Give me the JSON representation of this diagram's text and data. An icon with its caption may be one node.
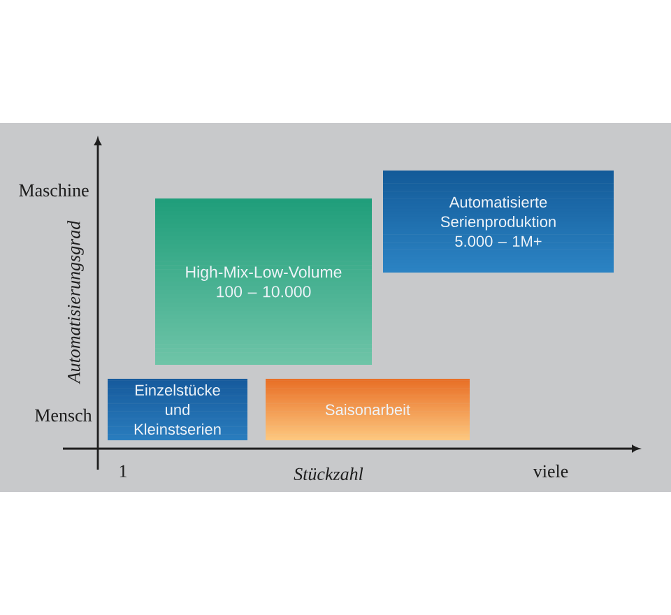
{
  "diagram": {
    "nodes": [
      {
        "text": [
          "High-Mix-Low-Volume",
          "100 – 10.000"
        ]
      },
      {
        "text": [
          "Automatisierte Serienproduktion",
          "5.000 – 1M+"
        ]
      },
      {
        "text": [
          "Einzelstücke und Kleinstserien"
        ]
      },
      {
        "text": [
          "Saisonarbeit"
        ]
      }
    ],
    "labels": [
      "Maschine",
      "Automatisierungsgrad",
      "Mensch",
      "1",
      "Stückzahl",
      "viele"
    ]
  }
}
